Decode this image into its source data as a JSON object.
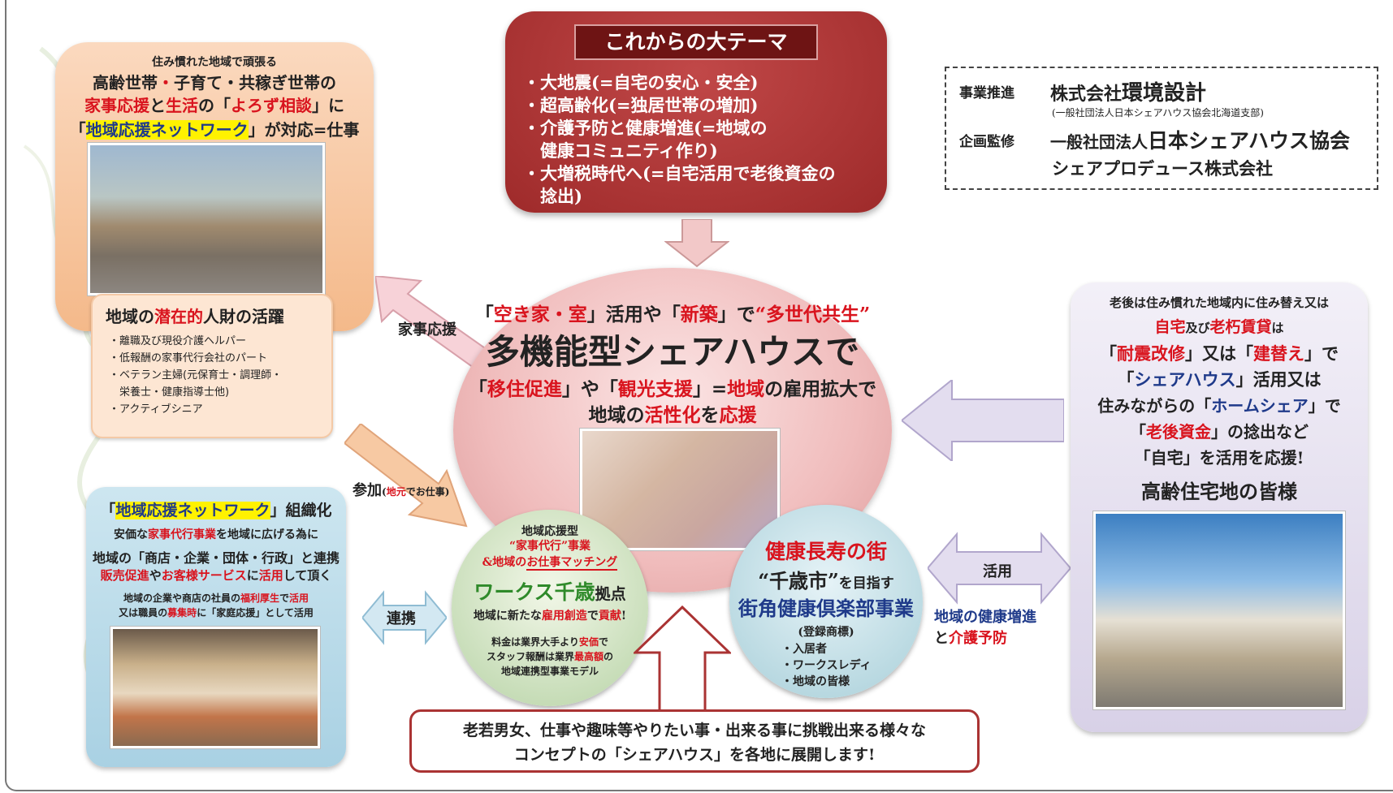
{
  "top_theme": {
    "title": "これからの大テーマ",
    "items": [
      "・大地震(=自宅の安心・安全)",
      "・超高齢化(=独居世帯の増加)",
      "・介護予防と健康増進(=地域の",
      "　健康コミュニティ作り)",
      "・大増税時代へ(=自宅活用で老後資金の",
      "　捻出)"
    ]
  },
  "org_box": {
    "row1_label": "事業推進",
    "row1_pre": "株式会社",
    "row1_name": "環境設計",
    "row1_sub": "(一般社団法人日本シェアハウス協会北海道支部)",
    "row2_label": "企画監修",
    "row2_pre": "一般社団法人",
    "row2_name": "日本シェアハウス協会",
    "row3": "シェアプロデュース株式会社"
  },
  "top_left": {
    "line1": "住み慣れた地域で頑張る",
    "line2a": "高齢世帯",
    "line2b": "・",
    "line2c": "子育て・共稼ぎ世帯の",
    "line3a": "家事応援",
    "line3b": "と",
    "line3c": "生活",
    "line3d": "の「",
    "line3e": "よろず相談",
    "line3f": "」に",
    "line4a": "「",
    "line4b": "地域応援ネットワーク",
    "line4c": "」が対応=仕事"
  },
  "talent_box": {
    "title_a": "地域の",
    "title_b": "潜在的",
    "title_c": "人財の活躍",
    "items": [
      "・離職及び現役介護ヘルパー",
      "・低報酬の家事代行会社のパート",
      "・ベテラン主婦(元保育士・調理師・",
      "　栄養士・健康指導士他)",
      "・アクティブシニア"
    ]
  },
  "network_box": {
    "title_a": "「",
    "title_b": "地域応援ネットワーク",
    "title_c": "」組織化",
    "l1a": "安価な",
    "l1b": "家事代行事業",
    "l1c": "を地域に広げる為に",
    "l2": "地域の「商店・企業・団体・行政」と連携",
    "l3a": "販売促進",
    "l3b": "や",
    "l3c": "お客様サービス",
    "l3d": "に",
    "l3e": "活用",
    "l3f": "して頂く",
    "l4a": "地域の企業や商店の社員の",
    "l4b": "福利厚生",
    "l4c": "で",
    "l4d": "活用",
    "l5a": "又は職員の",
    "l5b": "募集時",
    "l5c": "に「家庭応援」として活用"
  },
  "center": {
    "l1a": "「",
    "l1b": "空き家・室",
    "l1c": "」活用や「",
    "l1d": "新築",
    "l1e": "」で",
    "l1f": "“多世代共生”",
    "l2": "多機能型シェアハウスで",
    "l3a": "「",
    "l3b": "移住促進",
    "l3c": "」や「",
    "l3d": "観光支援",
    "l3e": "」=",
    "l3f": "地域",
    "l3g": "の雇用拡大で",
    "l4a": "地域の",
    "l4b": "活性化",
    "l4c": "を",
    "l4d": "応援"
  },
  "works": {
    "l1": "地域応援型",
    "l2": "“家事代行”事業",
    "l3a": "&地域の",
    "l3b": "お仕事マッチング",
    "l4a": "ワークス千歳",
    "l4b": "拠点",
    "l5a": "地域に新たな",
    "l5b": "雇用創造",
    "l5c": "で",
    "l5d": "貢献",
    "l5e": "!",
    "l6a": "料金は業界大手より",
    "l6b": "安価",
    "l6c": "で",
    "l7a": "スタッフ報酬は業界",
    "l7b": "最高額",
    "l7c": "の",
    "l8": "地域連携型事業モデル"
  },
  "health": {
    "l1": "健康長寿の街",
    "l2a": "“千歳市”",
    "l2b": "を目指す",
    "l3": "街角健康倶楽部事業",
    "l4": "(登録商標)",
    "items": [
      "・入居者",
      "・ワークスレディ",
      "・地域の皆様"
    ]
  },
  "right_box": {
    "l1": "老後は住み慣れた地域内に住み替え又は",
    "l2a": "自宅",
    "l2b": "及び",
    "l2c": "老朽賃貸",
    "l2d": "は",
    "l3a": "「",
    "l3b": "耐震改修",
    "l3c": "」又は「",
    "l3d": "建替え",
    "l3e": "」で",
    "l4a": "「",
    "l4b": "シェアハウス",
    "l4c": "」活用又は",
    "l5a": "住みながらの「",
    "l5b": "ホームシェア",
    "l5c": "」で",
    "l6a": "「",
    "l6b": "老後資金",
    "l6c": "」の捻出など",
    "l7": "「自宅」を活用を応援!",
    "heading": "高齢住宅地の皆様"
  },
  "arrows": {
    "kaji": "家事応援",
    "sanka": "参加",
    "sanka_note_a": "(",
    "sanka_note_b": "地元",
    "sanka_note_c": "でお仕事)",
    "renkei": "連携",
    "katsuyo": "活用",
    "health_label_a": "地域の健康増進",
    "health_label_b": "と",
    "health_label_c": "介護予防"
  },
  "bottom": {
    "l1": "老若男女、仕事や趣味等やりたい事・出来る事に挑戦出来る様々な",
    "l2": "コンセプトの「シェアハウス」を各地に展開します!"
  },
  "colors": {
    "accent_red": "#d9141e",
    "navy": "#1f3a8a",
    "green": "#2f8a2a",
    "highlight": "#fff200",
    "theme_box": "#b93a3a"
  }
}
